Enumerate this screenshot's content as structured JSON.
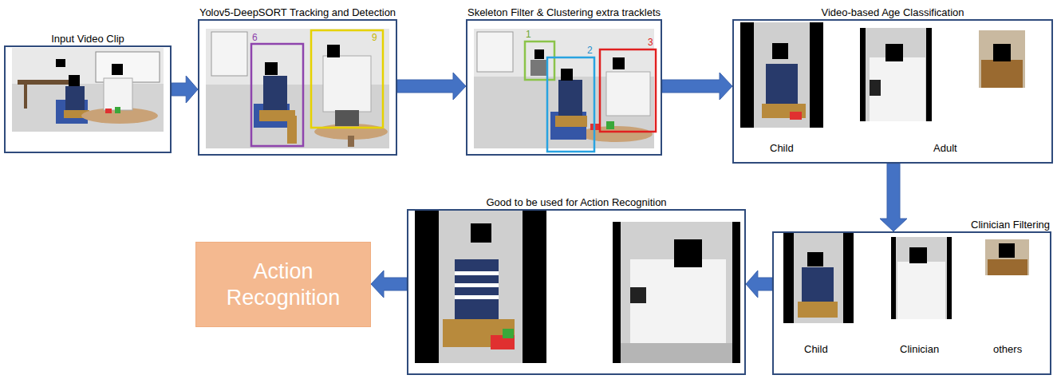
{
  "diagram": {
    "nodes": [
      {
        "text": [
          "Input Video Clip"
        ]
      },
      {
        "text": [
          "Yolov5-DeepSORT Tracking and Detection"
        ]
      },
      {
        "text": [
          "Skeleton Filter & Clustering extra tracklets"
        ]
      },
      {
        "text": [
          "Video-based Age Classification"
        ]
      },
      {
        "text": [
          "Clinician Filtering"
        ]
      },
      {
        "text": [
          "Good to be used for Action Recognition"
        ]
      },
      {
        "text": [
          "Action Recognition"
        ]
      }
    ],
    "edges": [
      {
        "from": 0,
        "to": 1,
        "arrow": "to"
      },
      {
        "from": 1,
        "to": 2,
        "arrow": "to"
      },
      {
        "from": 2,
        "to": 3,
        "arrow": "to"
      },
      {
        "from": 3,
        "to": 4,
        "arrow": "to"
      },
      {
        "from": 4,
        "to": 5,
        "arrow": "to"
      },
      {
        "from": 5,
        "to": 6,
        "arrow": "to"
      }
    ],
    "labels": [
      "6",
      "9",
      "1",
      "2",
      "3",
      "Child",
      "Adult",
      "Child",
      "Clinician",
      "others"
    ]
  }
}
